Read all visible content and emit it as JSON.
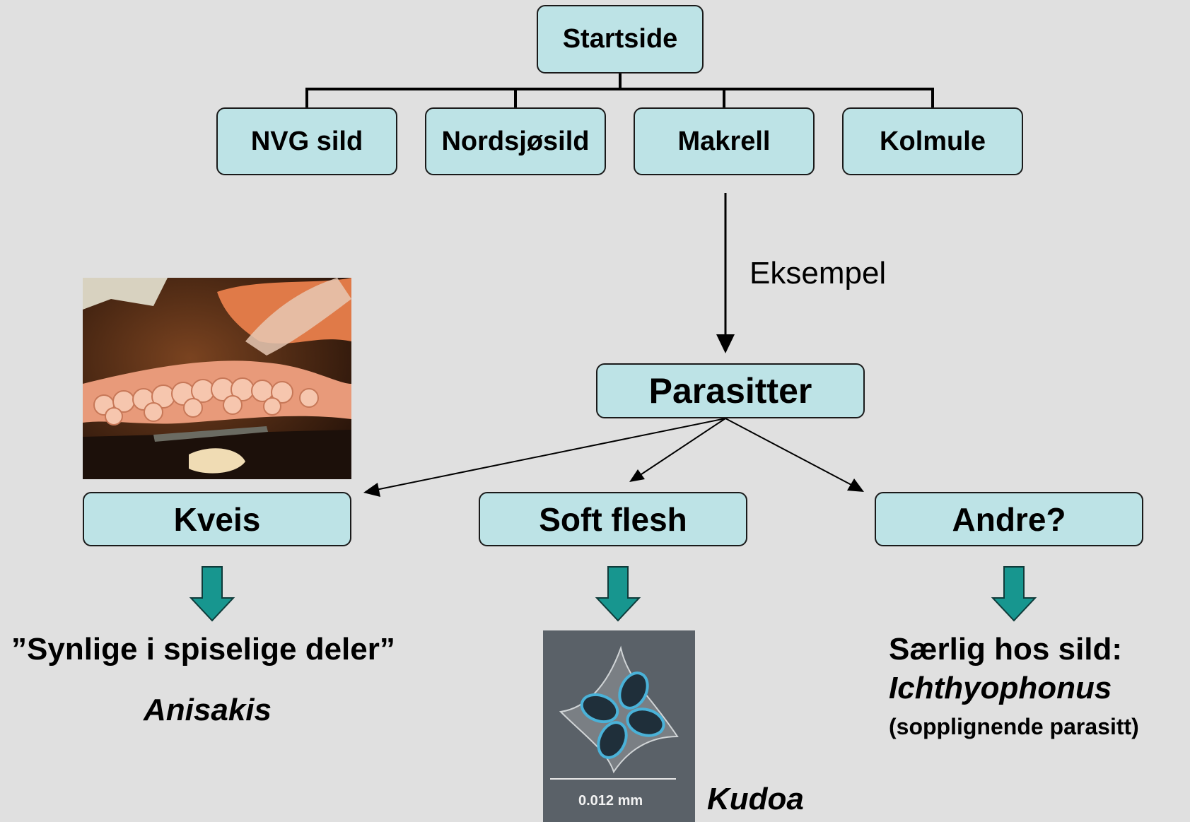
{
  "root": {
    "label": "Startside"
  },
  "species": [
    {
      "label": "NVG sild"
    },
    {
      "label": "Nordsjøsild"
    },
    {
      "label": "Makrell"
    },
    {
      "label": "Kolmule"
    }
  ],
  "edge_label": "Eksempel",
  "parasitter": {
    "label": "Parasitter"
  },
  "categories": [
    {
      "label": "Kveis"
    },
    {
      "label": "Soft flesh"
    },
    {
      "label": "Andre?"
    }
  ],
  "kveis_detail": {
    "quote": "”Synlige i spiselige deler”",
    "name": "Anisakis"
  },
  "soft_flesh_detail": {
    "name": "Kudoa",
    "scale_label": "0.012 mm"
  },
  "andre_detail": {
    "line1": "Særlig hos sild:",
    "name": "Ichthyophonus",
    "note": "(sopplignende parasitt)"
  },
  "colors": {
    "background": "#e0e0e0",
    "box_fill": "#bde3e6",
    "down_arrow": "#17968f"
  }
}
